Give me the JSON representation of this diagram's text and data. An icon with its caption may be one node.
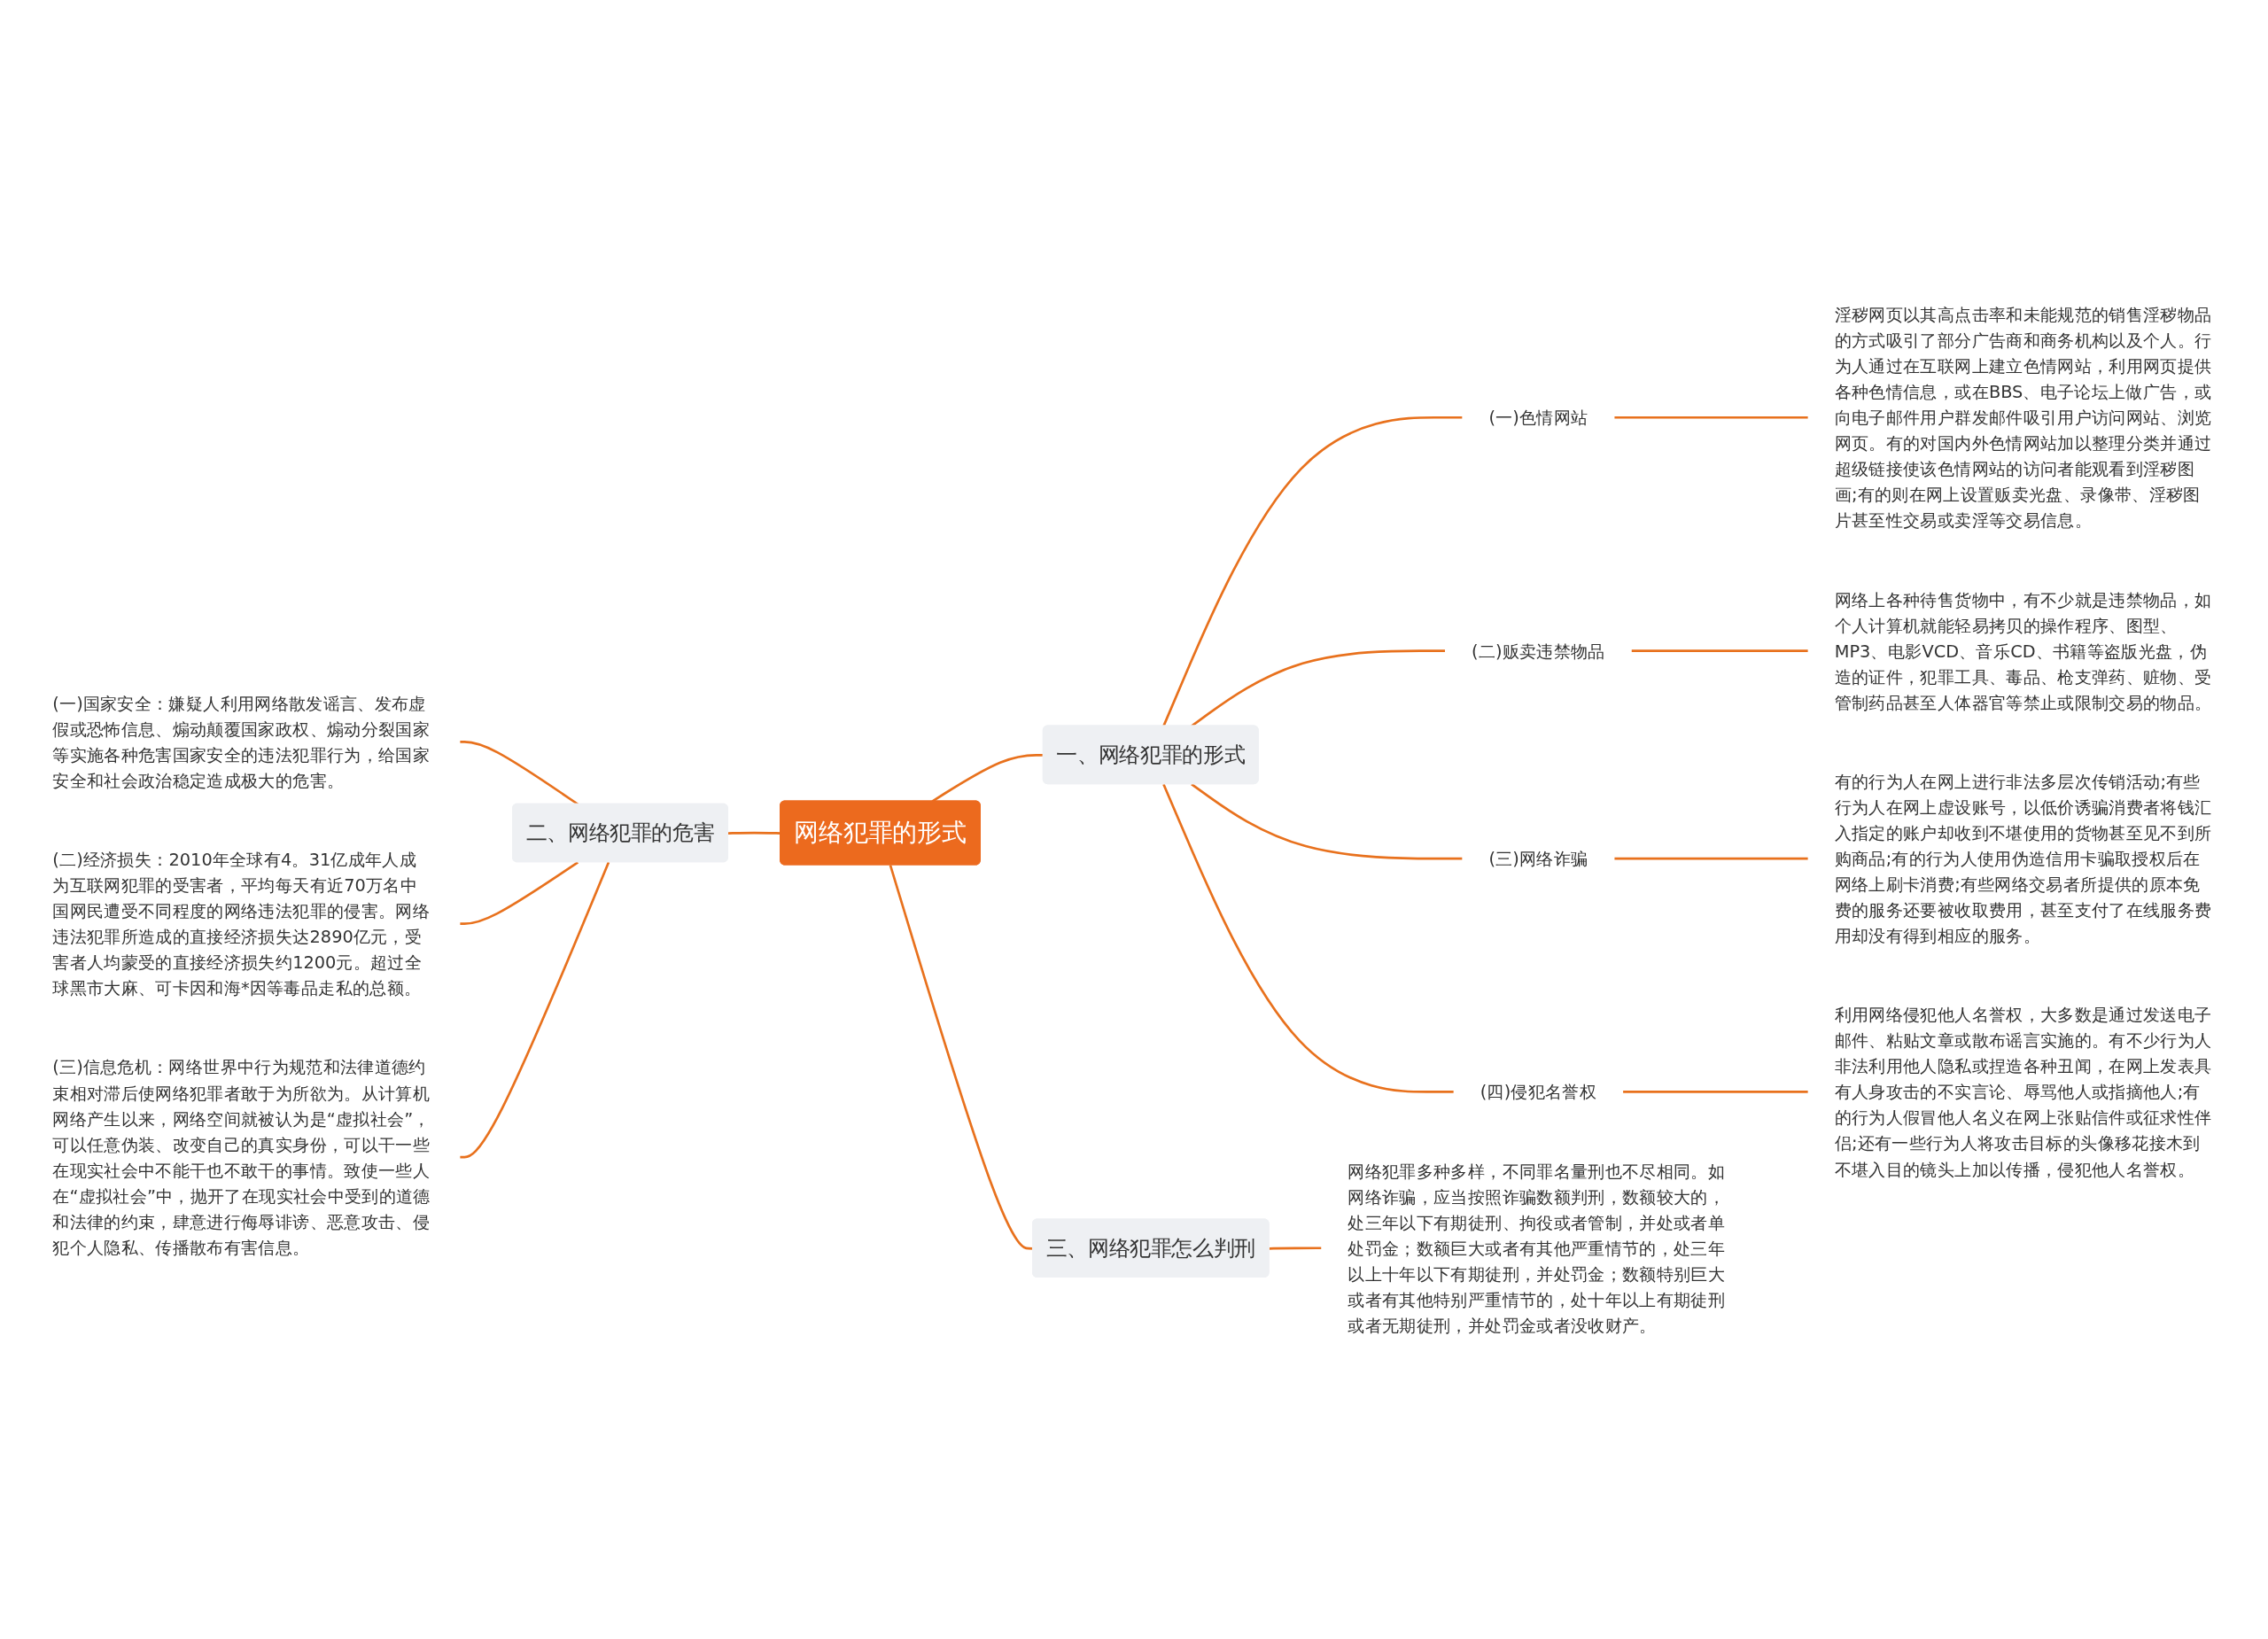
{
  "diagram": {
    "nodes": [
      {
        "text": [
          "网络犯罪的形式"
        ]
      },
      {
        "text": [
          "一、网络犯罪的形式"
        ]
      },
      {
        "text": [
          "(一)色情网站"
        ]
      },
      {
        "text": [
          "淫秽网页以其高点击率和未能规范的销售淫秽物品的方式吸引了部分广告商和商务机构以及个人。行为人通过在互联网上建立色情网站，利用网页提供各种色情信息，或在BBS、电子论坛上做广告，或向电子邮件用户群发邮件吸引用户访问网站、浏览网页。有的对国内外色情网站加以整理分类并通过超级链接使该色情网站的访问者能观看到淫秽图画;有的则在网上设置贩卖光盘、录像带、淫秽图片甚至性交易或卖淫等交易信息。"
        ]
      },
      {
        "text": [
          "(二)贩卖违禁物品"
        ]
      },
      {
        "text": [
          "网络上各种待售货物中，有不少就是违禁物品，如个人计算机就能轻易拷贝的操作程序、图型、MP3、电影VCD、音乐CD、书籍等盗版光盘，伪造的证件，犯罪工具、毒品、枪支弹药、赃物、受管制药品甚至人体器官等禁止或限制交易的物品。"
        ]
      },
      {
        "text": [
          "(三)网络诈骗"
        ]
      },
      {
        "text": [
          "有的行为人在网上进行非法多层次传销活动;有些行为人在网上虚设账号，以低价诱骗消费者将钱汇入指定的账户却收到不堪使用的货物甚至见不到所购商品;有的行为人使用伪造信用卡骗取授权后在网络上刷卡消费;有些网络交易者所提供的原本免费的服务还要被收取费用，甚至支付了在线服务费用却没有得到相应的服务。"
        ]
      },
      {
        "text": [
          "(四)侵犯名誉权"
        ]
      },
      {
        "text": [
          "利用网络侵犯他人名誉权，大多数是通过发送电子邮件、粘贴文章或散布谣言实施的。有不少行为人非法利用他人隐私或捏造各种丑闻，在网上发表具有人身攻击的不实言论、辱骂他人或指摘他人;有的行为人假冒他人名义在网上张贴信件或征求性伴侣;还有一些行为人将攻击目标的头像移花接木到不堪入目的镜头上加以传播，侵犯他人名誉权。"
        ]
      },
      {
        "text": [
          "二、网络犯罪的危害"
        ]
      },
      {
        "text": [
          "(一)国家安全：嫌疑人利用网络散发谣言、发布虚假或恐怖信息、煽动颠覆国家政权、煽动分裂国家等实施各种危害国家安全的违法犯罪行为，给国家安全和社会政治稳定造成极大的危害。"
        ]
      },
      {
        "text": [
          "(二)经济损失：2010年全球有4。31亿成年人成为互联网犯罪的受害者，平均每天有近70万名中国网民遭受不同程度的网络违法犯罪的侵害。网络违法犯罪所造成的直接经济损失达2890亿元，受害者人均蒙受的直接经济损失约1200元。超过全球黑市大麻、可卡因和海*因等毒品走私的总额。"
        ]
      },
      {
        "text": [
          "(三)信息危机：网络世界中行为规范和法律道德约束相对滞后使网络犯罪者敢于为所欲为。从计算机网络产生以来，网络空间就被认为是“虚拟社会”，可以任意伪装、改变自己的真实身份，可以干一些在现实社会中不能干也不敢干的事情。致使一些人在“虚拟社会”中，抛开了在现实社会中受到的道德和法律的约束，肆意进行侮辱诽谤、恶意攻击、侵犯个人隐私、传播散布有害信息。"
        ]
      },
      {
        "text": [
          "三、网络犯罪怎么判刑"
        ]
      },
      {
        "text": [
          "网络犯罪多种多样，不同罪名量刑也不尽相同。如网络诈骗，应当按照诈骗数额判刑，数额较大的，处三年以下有期徒刑、拘役或者管制，并处或者单处罚金；数额巨大或者有其他严重情节的，处三年以上十年以下有期徒刑，并处罚金；数额特别巨大或者有其他特别严重情节的，处十年以上有期徒刑或者无期徒刑，并处罚金或者没收财产。"
        ]
      }
    ],
    "edges": [
      {
        "from": 0,
        "to": 1,
        "arrow": "none"
      },
      {
        "from": 1,
        "to": 2,
        "arrow": "none"
      },
      {
        "from": 2,
        "to": 3,
        "arrow": "none"
      },
      {
        "from": 1,
        "to": 4,
        "arrow": "none"
      },
      {
        "from": 4,
        "to": 5,
        "arrow": "none"
      },
      {
        "from": 1,
        "to": 6,
        "arrow": "none"
      },
      {
        "from": 6,
        "to": 7,
        "arrow": "none"
      },
      {
        "from": 1,
        "to": 8,
        "arrow": "none"
      },
      {
        "from": 8,
        "to": 9,
        "arrow": "none"
      },
      {
        "from": 10,
        "to": 0,
        "arrow": "none"
      },
      {
        "from": 11,
        "to": 10,
        "arrow": "none"
      },
      {
        "from": 12,
        "to": 10,
        "arrow": "none"
      },
      {
        "from": 13,
        "to": 10,
        "arrow": "none"
      },
      {
        "from": 0,
        "to": 14,
        "arrow": "none"
      },
      {
        "from": 14,
        "to": 15,
        "arrow": "none"
      }
    ]
  }
}
